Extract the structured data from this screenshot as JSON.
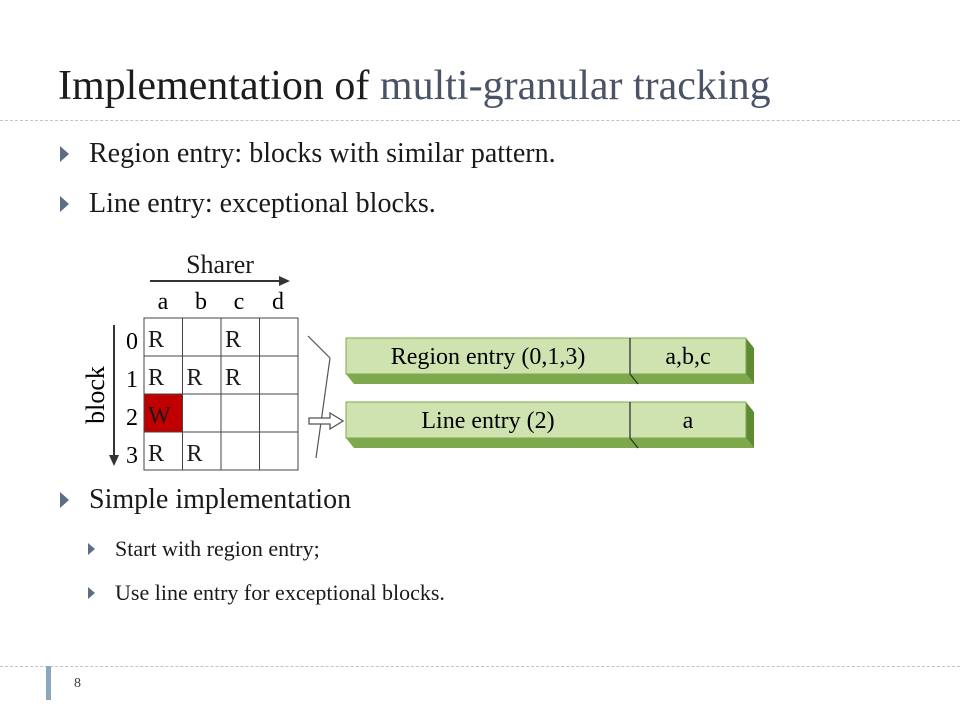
{
  "slide": {
    "title_prefix": "Implementation of",
    "title_accent": "multi-granular tracking",
    "bullets": [
      "Region entry: blocks with similar pattern.",
      "Line entry: exceptional blocks."
    ],
    "bullets2": [
      "Simple implementation"
    ],
    "sub_bullets": [
      "Start with region entry;",
      "Use line entry for exceptional blocks."
    ],
    "page_number": "8"
  },
  "diagram": {
    "sharer_label": "Sharer",
    "block_label": "block",
    "columns": [
      "a",
      "b",
      "c",
      "d"
    ],
    "rows": [
      "0",
      "1",
      "2",
      "3"
    ],
    "grid": [
      [
        "R",
        "",
        "R",
        ""
      ],
      [
        "R",
        "R",
        "R",
        ""
      ],
      [
        "W",
        "",
        "",
        ""
      ],
      [
        "R",
        "R",
        "",
        ""
      ]
    ],
    "write_color": "#c00000",
    "entries": [
      {
        "name": "Region entry (0,1,3)",
        "sharers": "a,b,c"
      },
      {
        "name": "Line entry (2)",
        "sharers": "a"
      }
    ],
    "entry_color": "#cfe3b1",
    "entry_shadow_color": "#7da84b"
  }
}
